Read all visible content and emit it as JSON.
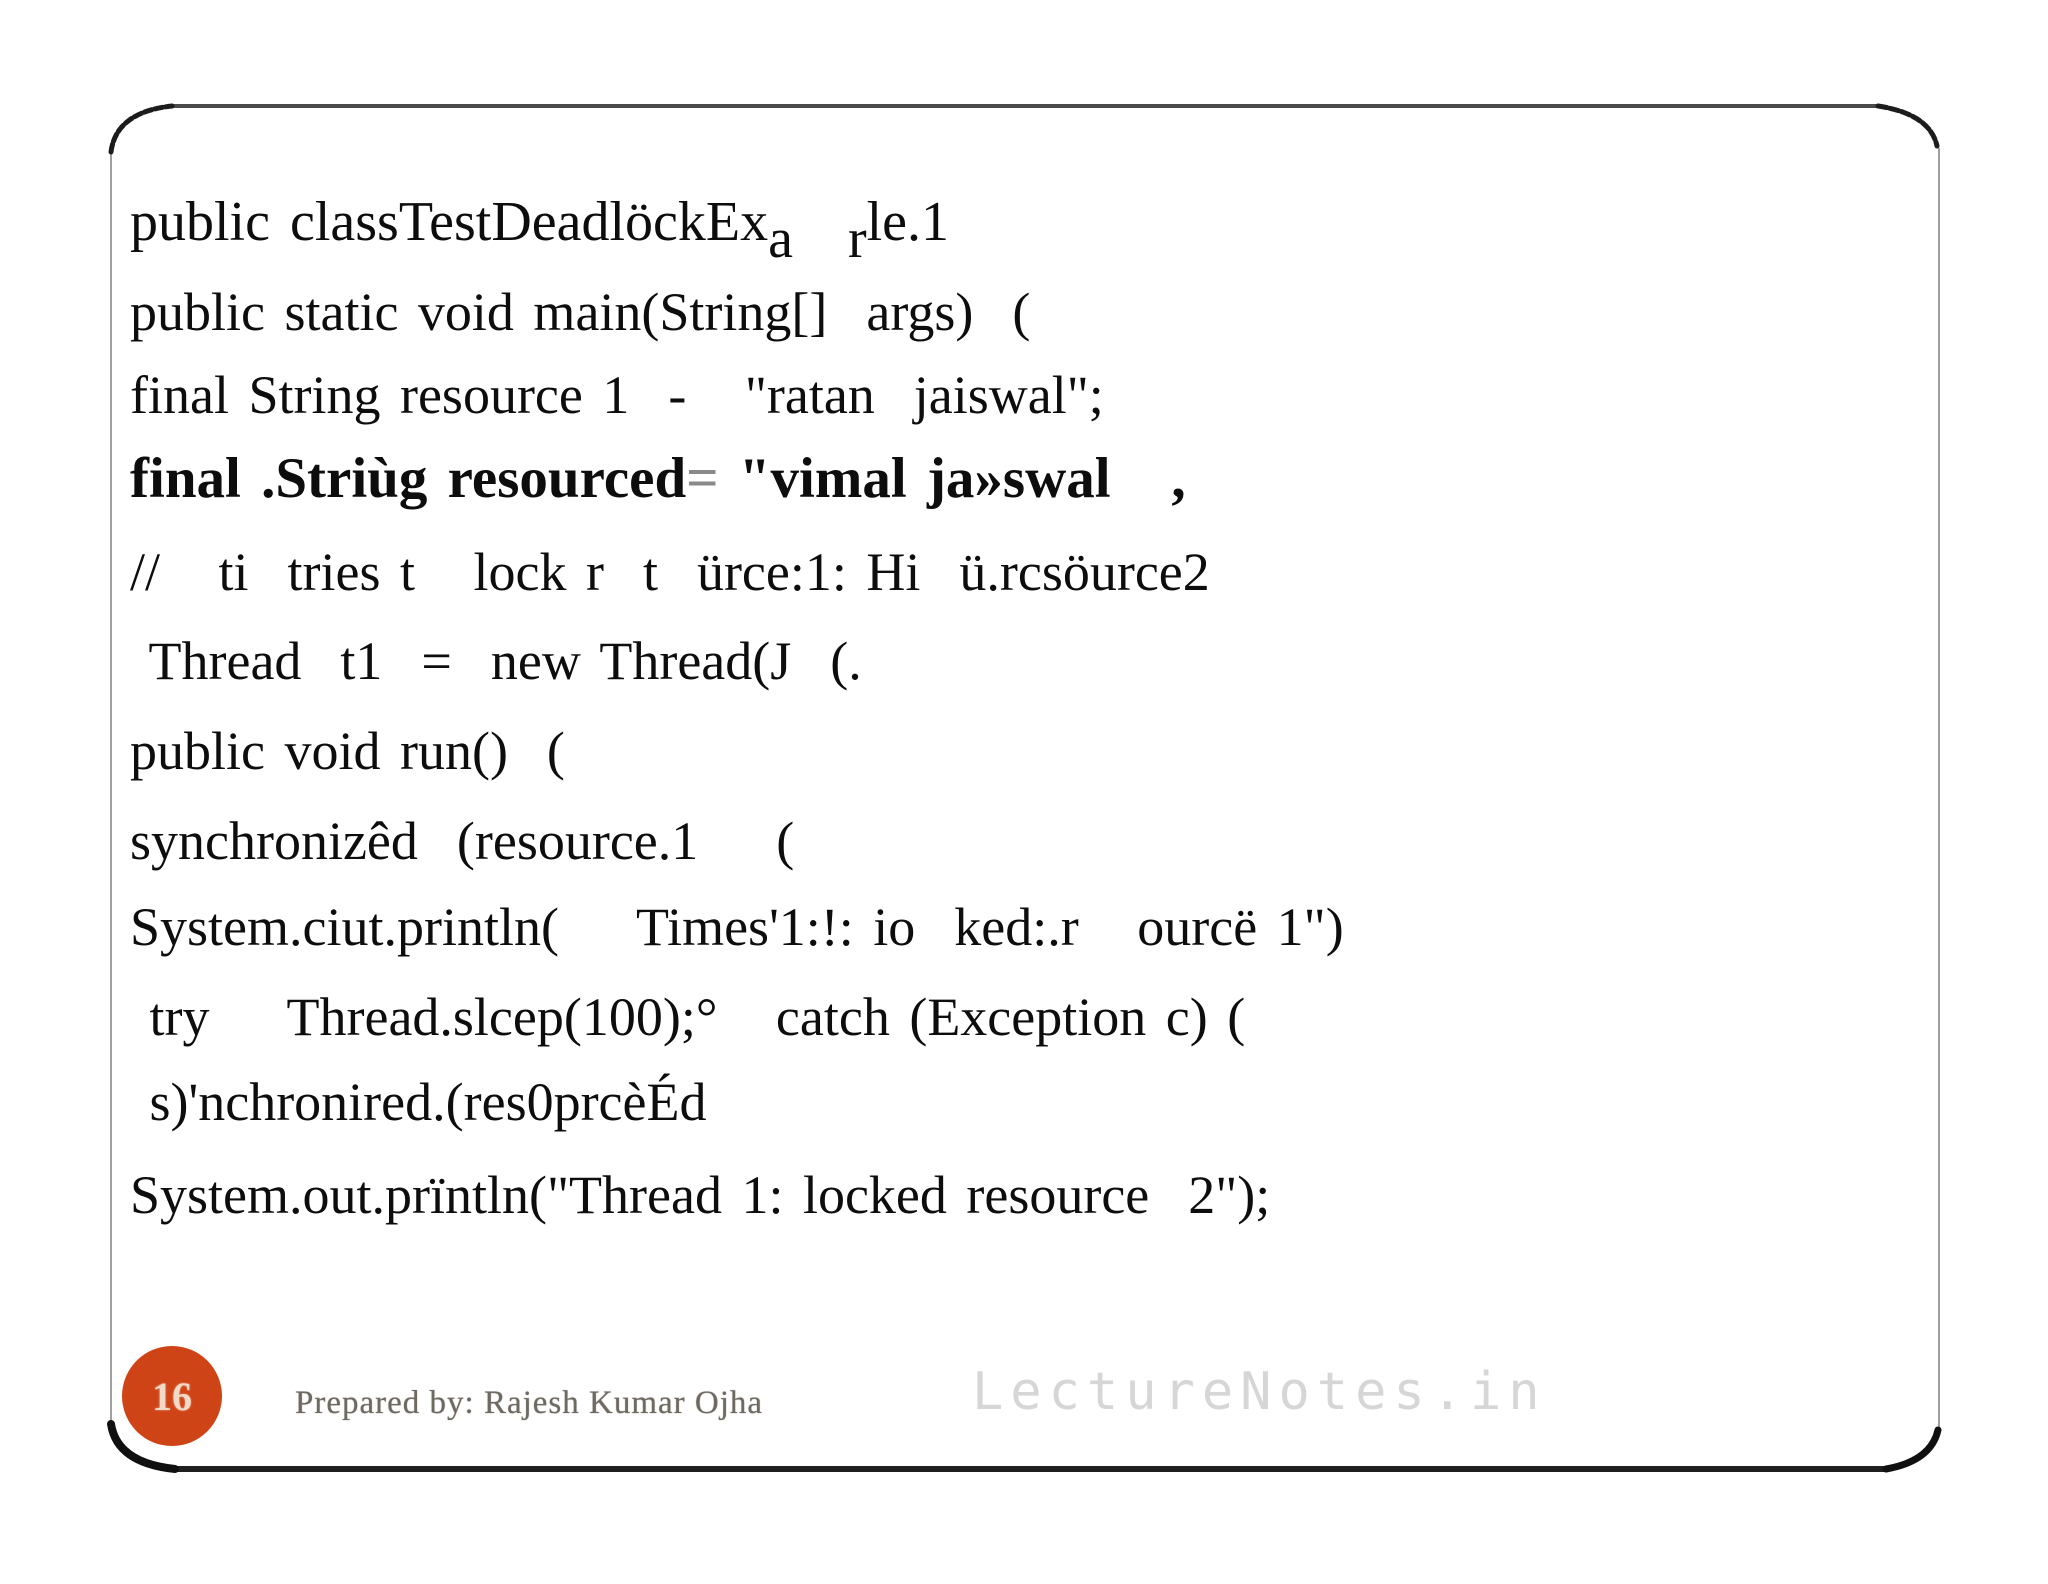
{
  "slide": {
    "code": {
      "lines": [
        {
          "main": "public classTestDeadlöckEx",
          "sub_a": "a",
          "sub_r": "r",
          "tail": "le.1"
        },
        "public static void main(String[]  args)  (",
        "final String resource 1  -   \"ratan  jaiswal\";",
        {
          "pre": "final .Striùg resourced",
          "eq": "=",
          "post": " \"vimal ja»swal   ,"
        },
        "//   ti  tries t   lock r  t  ürce:1: Hi  ü.rcsöurce2",
        " Thread  t1  =  new Thread(J  (.",
        "public void run()  (",
        "synchronizêd  (resource.1    (",
        "System.ciut.println(    Times'1:!: io  ked:.r   ourcë 1\")",
        " try    Thread.slcep(100);°   catch (Exception c) (",
        " s)'nchronired.(res0prcèÉd",
        "System.out.prïntln(\"Thread 1: locked resource  2\");"
      ]
    },
    "footer": {
      "page_number": "16",
      "prepared_by": "Prepared by: Rajesh Kumar Ojha",
      "watermark": "LectureNotes.in"
    },
    "colors": {
      "page_badge_background": "#cf4417",
      "page_badge_text": "#f3d9c8",
      "code_text": "#0d0d0d",
      "equals_sign_gray": "#8a8a8a",
      "prepared_by_text": "#6e6961",
      "watermark_text": "#d6d6d6",
      "frame_dark": "#1f1f1f",
      "frame_light": "#9f9f9f"
    }
  }
}
